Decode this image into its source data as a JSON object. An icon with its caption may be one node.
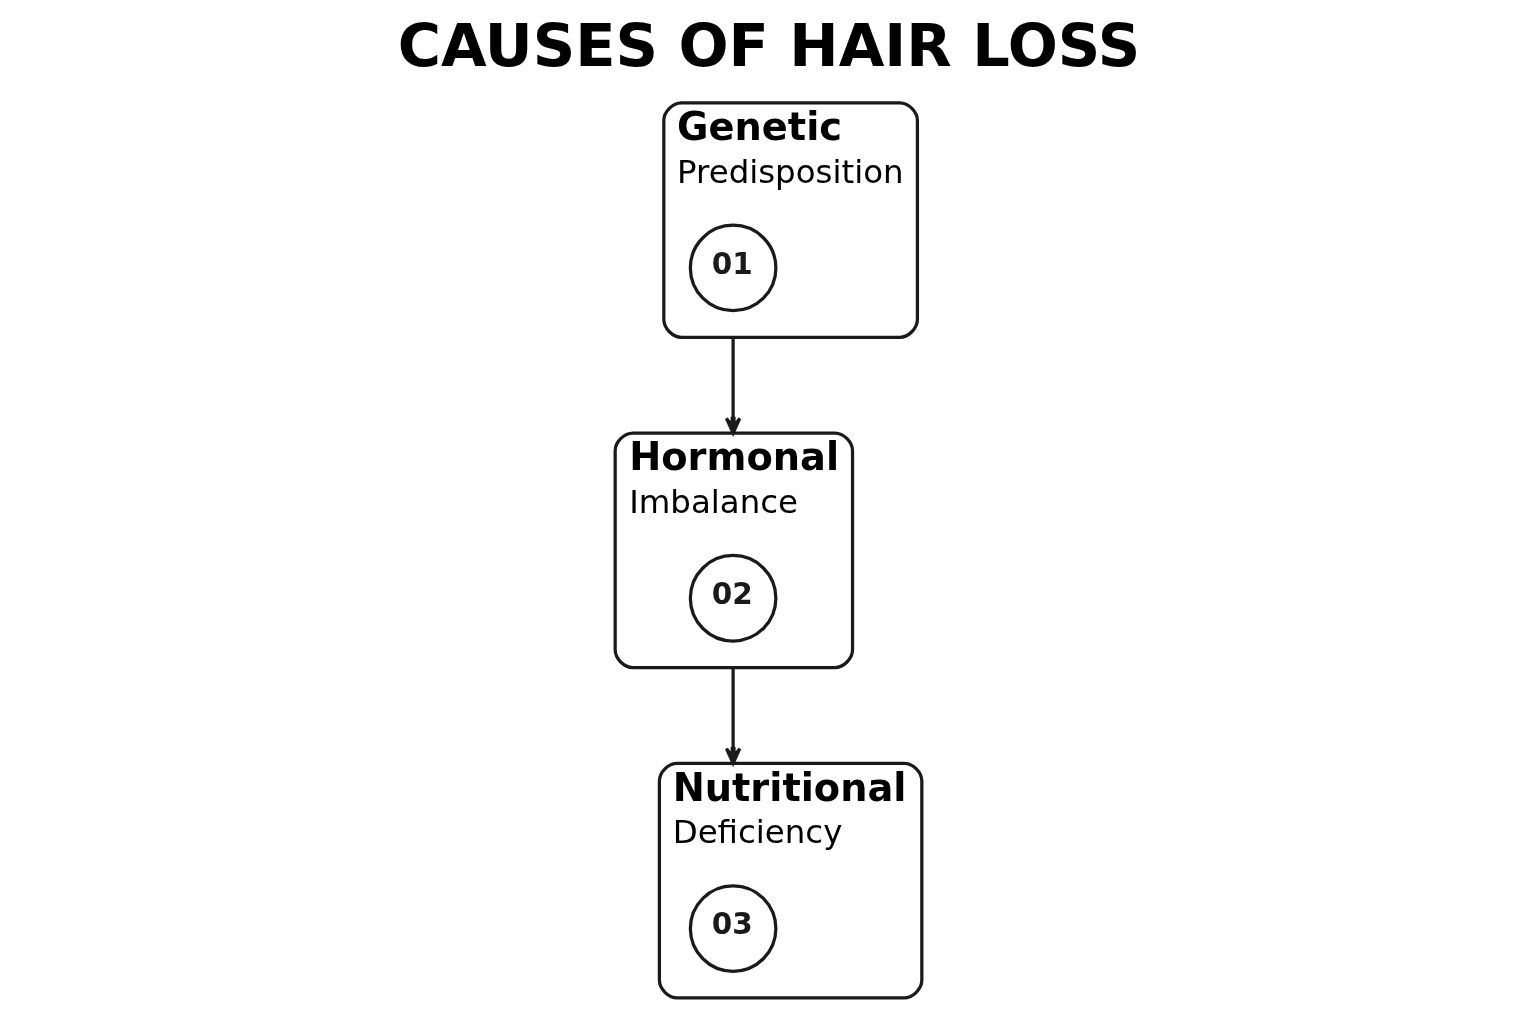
{
  "diagram": {
    "title": "CAUSES OF HAIR LOSS",
    "nodes": [
      {
        "text": [
          "Genetic",
          "Predisposition"
        ]
      },
      {
        "text": [
          "01"
        ],
        "in": 0
      },
      {
        "text": [
          "Hormonal",
          "Imbalance"
        ]
      },
      {
        "text": [
          "02"
        ],
        "in": 2
      },
      {
        "text": [
          "Nutritional",
          "Deficiency"
        ]
      },
      {
        "text": [
          "03"
        ],
        "in": 4
      }
    ],
    "edges": [
      {
        "from": 0,
        "to": 2,
        "arrow": "to"
      },
      {
        "from": 2,
        "to": 4,
        "arrow": "to"
      }
    ]
  }
}
